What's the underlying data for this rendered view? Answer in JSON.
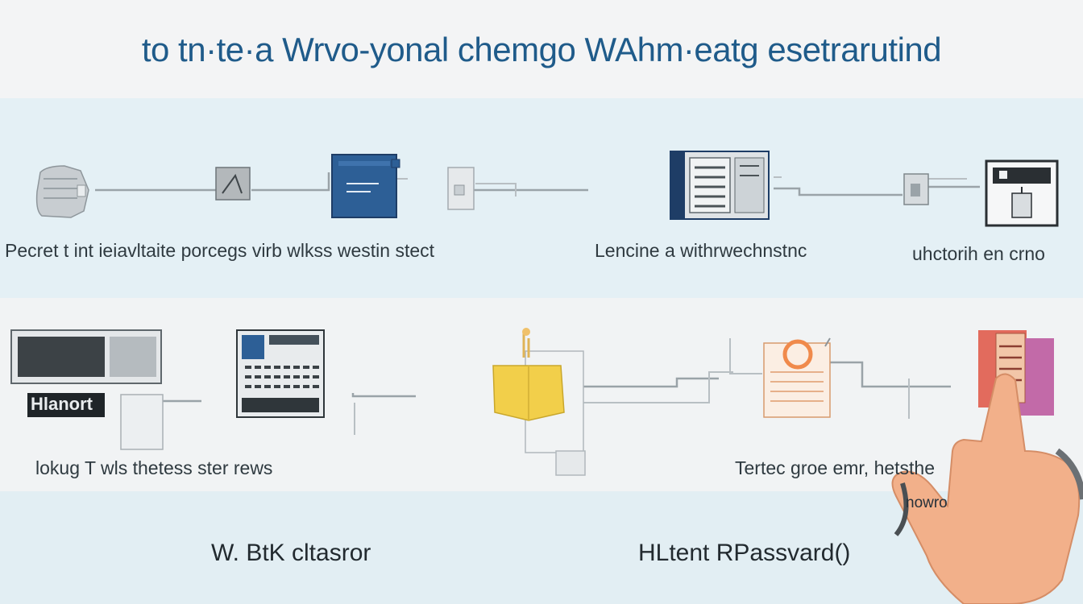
{
  "title": "to tn·te·a Wrvo-yonal chemgo WAhm·eatg esetrarutind",
  "row1_captions": [
    "Pecret t int ieiavltaite porcegs virb wlkss westin stect",
    "Lencine a withrwechnstnc",
    "uhctorih en crno"
  ],
  "row2_captions": [
    "lokug T wls thetess ster  rews",
    "Tertec groe emr, hetsthe"
  ],
  "overlay_label": "nowro",
  "device_label": "Hlanort",
  "footer_labels": [
    "W. BtK cltasror",
    "HLtent RPassvard()"
  ],
  "colors": {
    "title": "#1f5b8a",
    "panel_blue": "#2d5f96",
    "panel_navy": "#1e3d66",
    "accent_yellow": "#f2cf4a",
    "accent_orange": "#f08a4b",
    "hand_skin": "#f2b08a"
  },
  "icons": [
    "router-icon",
    "switch-icon",
    "server-panel-icon",
    "wall-socket-icon",
    "rack-server-icon",
    "plug-icon",
    "dark-terminal-icon",
    "monitor-icon",
    "control-board-icon",
    "yellow-module-icon",
    "document-icon",
    "device-stack-icon",
    "pointing-hand-icon"
  ]
}
